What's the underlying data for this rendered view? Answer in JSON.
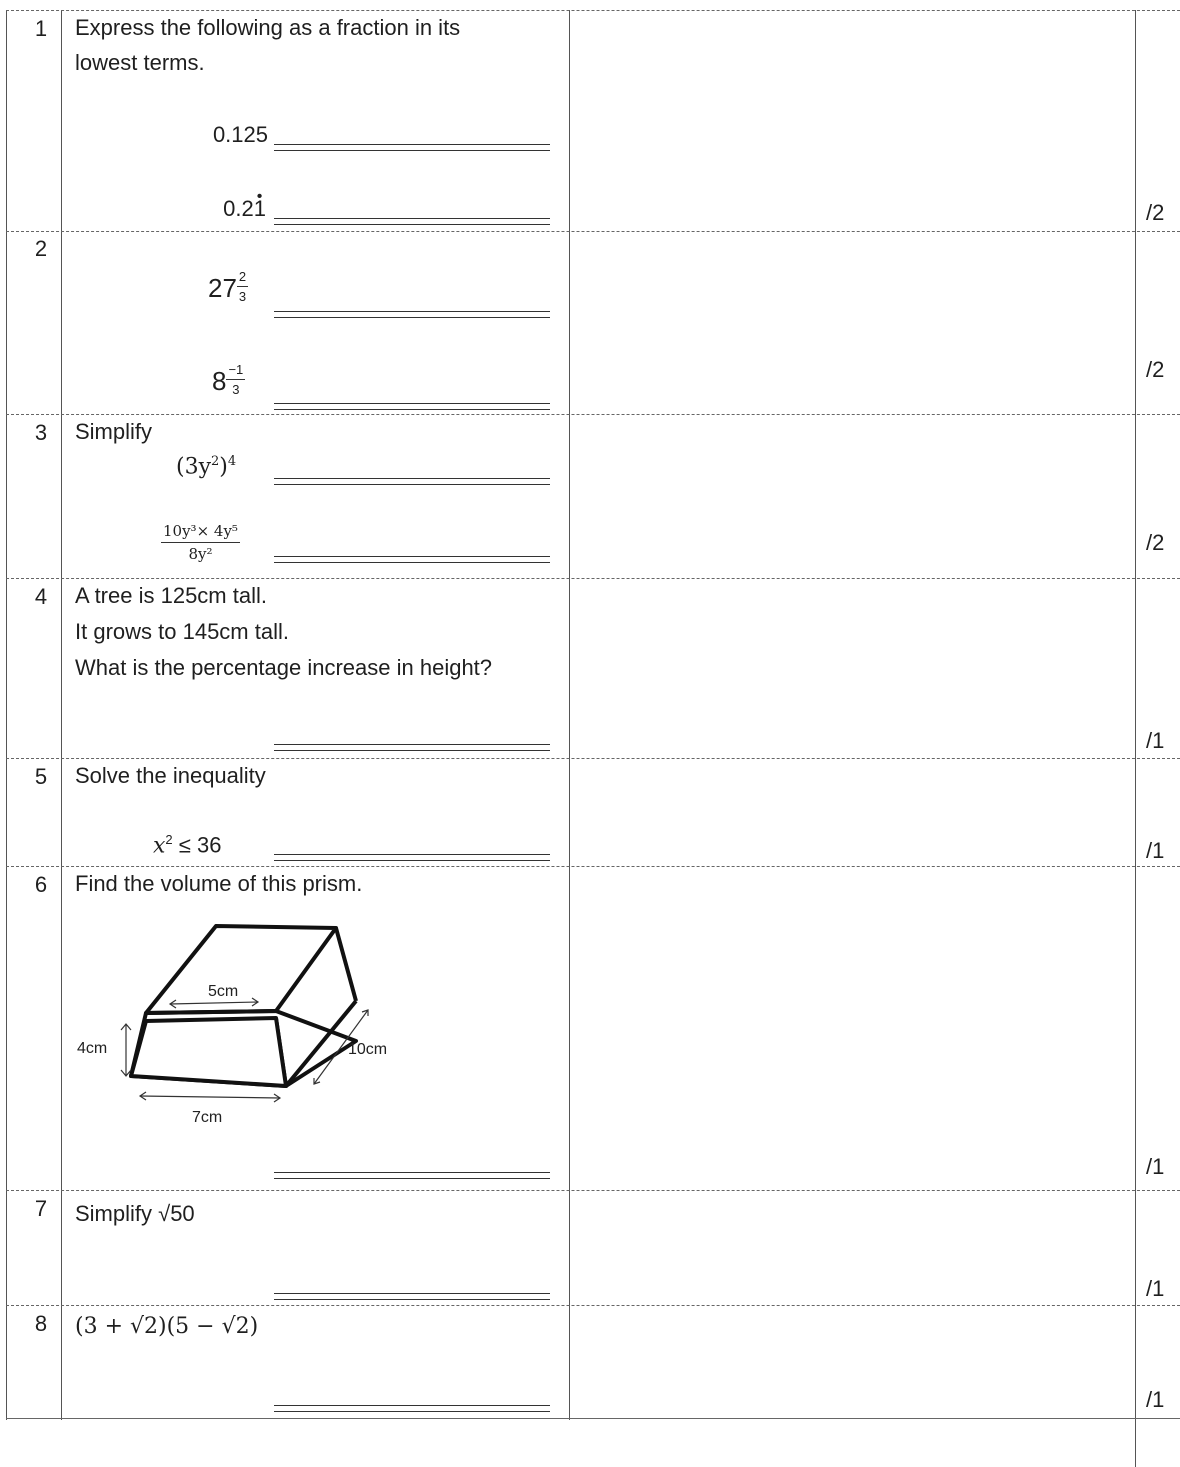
{
  "questions": [
    {
      "number": "1",
      "text": [
        "Express the following as a fraction in its",
        "lowest terms."
      ],
      "parts": [
        "0.125",
        "0.2",
        "1"
      ],
      "marks": "/2"
    },
    {
      "number": "2",
      "parts": {
        "a_base": "27",
        "a_exp_num": "2",
        "a_exp_den": "3",
        "b_base": "8",
        "b_exp_num": "−1",
        "b_exp_den": "3"
      },
      "marks": "/2"
    },
    {
      "number": "3",
      "text": [
        "Simplify"
      ],
      "parts": {
        "a_base": "(3y",
        "a_sq": "2",
        "a_close": ")",
        "a_pow": "4",
        "b_num": "10y³× 4y⁵",
        "b_den": "8y²"
      },
      "marks": "/2"
    },
    {
      "number": "4",
      "text": [
        "A tree is 125cm tall.",
        "It grows to 145cm tall.",
        "What is the percentage increase in height?"
      ],
      "marks": "/1"
    },
    {
      "number": "5",
      "text": [
        "Solve the inequality"
      ],
      "expr": {
        "var": "x",
        "sq": "2",
        "rest": " ≤ 36"
      },
      "marks": "/1"
    },
    {
      "number": "6",
      "text": [
        "Find the volume of this prism."
      ],
      "diagram": {
        "top": "5cm",
        "height": "4cm",
        "bottom": "7cm",
        "length": "10cm"
      },
      "marks": "/1"
    },
    {
      "number": "7",
      "text": [
        "Simplify √50"
      ],
      "marks": "/1"
    },
    {
      "number": "8",
      "expr": "(3 + √2)(5 − √2)",
      "marks": "/1"
    }
  ]
}
